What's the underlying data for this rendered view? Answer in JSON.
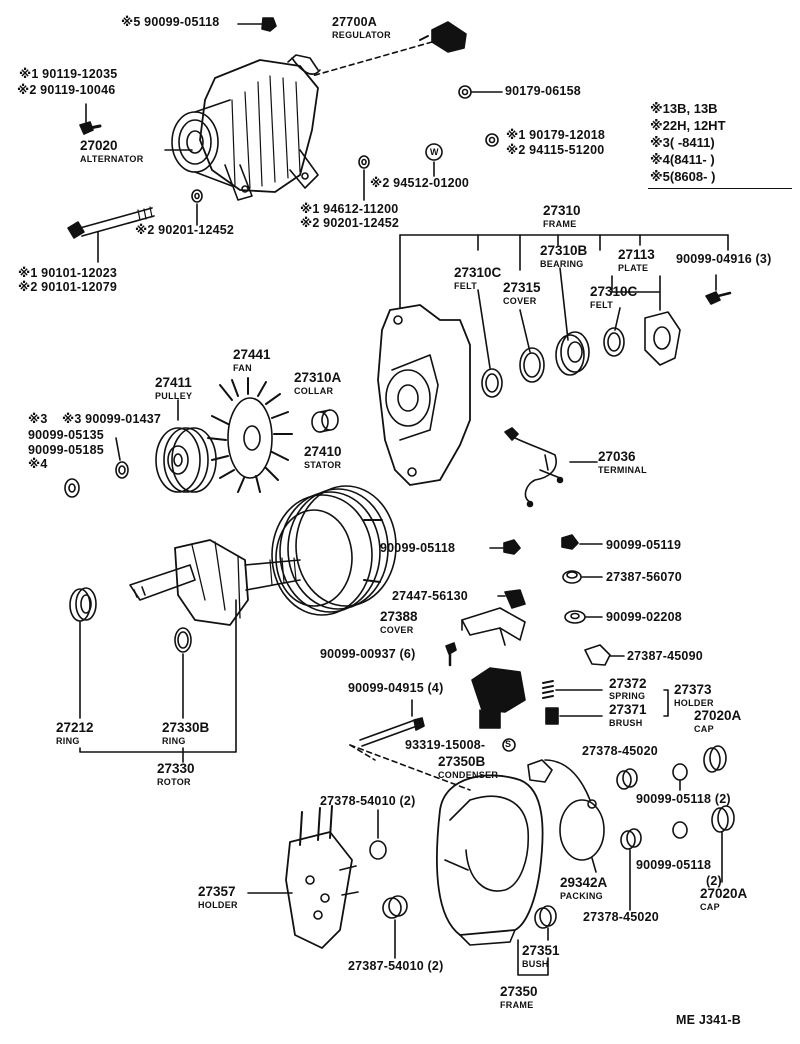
{
  "drawing_code": "ME J341-B",
  "legend": [
    {
      "mark": "※1",
      "text": "3B, 13B"
    },
    {
      "mark": "※2",
      "text": "2H, 12HT"
    },
    {
      "mark": "※3",
      "text": "(        -8411)"
    },
    {
      "mark": "※4",
      "text": "(8411-          )"
    },
    {
      "mark": "※5",
      "text": "(8608-          )"
    }
  ],
  "labels": {
    "l01": "※5 90099-05118",
    "l02": "27700A",
    "l02n": "REGULATOR",
    "l03": "※1 90119-12035",
    "l04": "※2 90119-10046",
    "l05": "90179-06158",
    "l06": "27020",
    "l06n": "ALTERNATOR",
    "l07": "※1 90179-12018",
    "l08": "※2 94115-51200",
    "l09": "W",
    "l10": "※2 94512-01200",
    "l11": "※1 94612-11200",
    "l12": "※2 90201-12452",
    "l13": "※2 90201-12452",
    "l14": "※1 90101-12023",
    "l15": "※2 90101-12079",
    "l16": "27310",
    "l16n": "FRAME",
    "l17": "27310B",
    "l17n": "BEARING",
    "l18": "27113",
    "l18n": "PLATE",
    "l19": "90099-04916 (3)",
    "l20": "27310C",
    "l20n": "FELT",
    "l21": "27315",
    "l21n": "COVER",
    "l22": "27310C",
    "l22n": "FELT",
    "l23": "27441",
    "l23n": "FAN",
    "l24": "27411",
    "l24n": "PULLEY",
    "l25": "27310A",
    "l25n": "COLLAR",
    "l26": "※3",
    "l27": "※3 90099-01437",
    "l28": "90099-05135",
    "l29": "90099-05185",
    "l30": "※4",
    "l31": "27410",
    "l31n": "STATOR",
    "l32": "27036",
    "l32n": "TERMINAL",
    "l33": "90099-05118",
    "l34": "90099-05119",
    "l35": "27387-56070",
    "l36": "27447-56130",
    "l37": "27388",
    "l37n": "COVER",
    "l38": "90099-02208",
    "l39": "90099-00937 (6)",
    "l40": "27387-45090",
    "l41": "90099-04915 (4)",
    "l42": "27372",
    "l42n": "SPRING",
    "l43": "27373",
    "l43n": "HOLDER",
    "l44": "27371",
    "l44n": "BRUSH",
    "l45": "27020A",
    "l45n": "CAP",
    "l46": "27212",
    "l46n": "RING",
    "l47": "27330B",
    "l47n": "RING",
    "l48": "93319-15008-",
    "l49": "S",
    "l50": "27350B",
    "l50n": "CONDENSER",
    "l51": "27378-45020",
    "l52": "27330",
    "l52n": "ROTOR",
    "l53": "90099-05118 (2)",
    "l54": "27378-54010 (2)",
    "l55": "90099-05118",
    "l56": "(2)",
    "l57": "29342A",
    "l57n": "PACKING",
    "l58": "27020A",
    "l58n": "CAP",
    "l59": "27357",
    "l59n": "HOLDER",
    "l60": "27378-45020",
    "l61": "27351",
    "l61n": "BUSH",
    "l62": "27387-54010 (2)",
    "l63": "27350",
    "l63n": "FRAME"
  }
}
